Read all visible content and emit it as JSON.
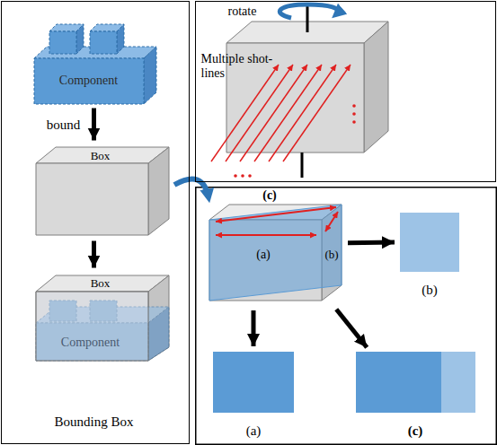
{
  "diagram": {
    "nodes": [
      {
        "text": [
          "Bounding Box"
        ]
      },
      {
        "text": [
          "Component"
        ],
        "in": 0
      },
      {
        "text": [
          "Box"
        ],
        "in": 0
      },
      {
        "text": [
          "Box",
          "Component"
        ],
        "in": 0
      },
      {
        "text": [
          "rotate",
          "Multiple shot-lines"
        ]
      },
      {
        "text": [
          "(c)",
          "(a)",
          "(b)"
        ]
      },
      {
        "text": [
          "(b)"
        ]
      },
      {
        "text": [
          "(a)"
        ]
      },
      {
        "text": [
          "(c)"
        ]
      }
    ],
    "edges": [
      {
        "from": 1,
        "to": 2,
        "label": "bound",
        "arrow": "to"
      },
      {
        "from": 2,
        "to": 3,
        "arrow": "to"
      },
      {
        "from": 5,
        "to": 6,
        "arrow": "to"
      },
      {
        "from": 5,
        "to": 7,
        "arrow": "to"
      },
      {
        "from": 5,
        "to": 8,
        "arrow": "to"
      }
    ]
  }
}
